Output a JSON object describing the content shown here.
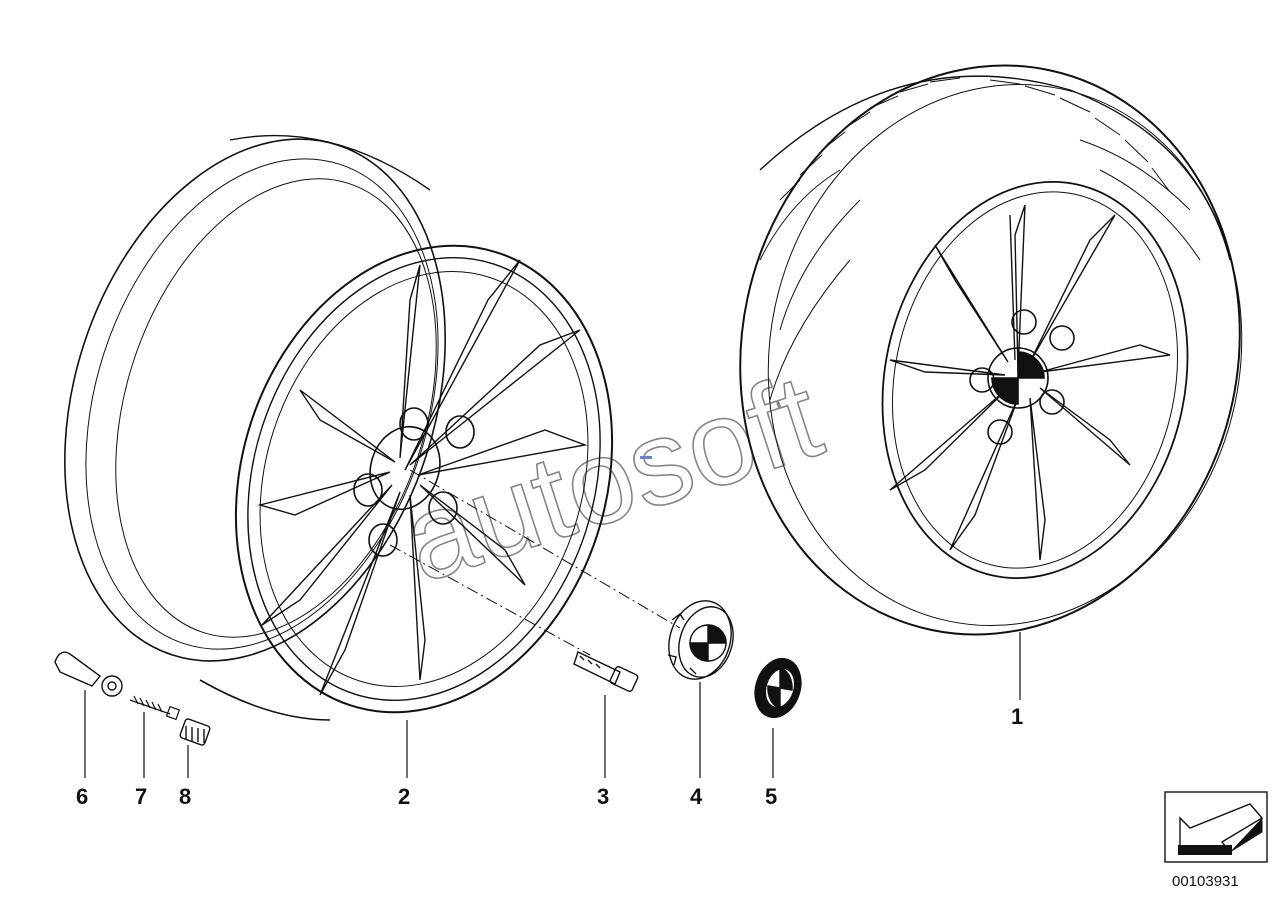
{
  "diagram": {
    "diagram_number": "00103931",
    "watermark": "autosoft",
    "callouts": [
      {
        "number": "1",
        "part": "complete-wheel-with-tyre"
      },
      {
        "number": "2",
        "part": "light-alloy-rim"
      },
      {
        "number": "3",
        "part": "wheel-bolt"
      },
      {
        "number": "4",
        "part": "hub-cap"
      },
      {
        "number": "5",
        "part": "emblem"
      },
      {
        "number": "6",
        "part": "tyre-valve"
      },
      {
        "number": "7",
        "part": "valve-core"
      },
      {
        "number": "8",
        "part": "valve-cap"
      }
    ]
  },
  "colors": {
    "line": "#111111",
    "background": "#ffffff"
  }
}
